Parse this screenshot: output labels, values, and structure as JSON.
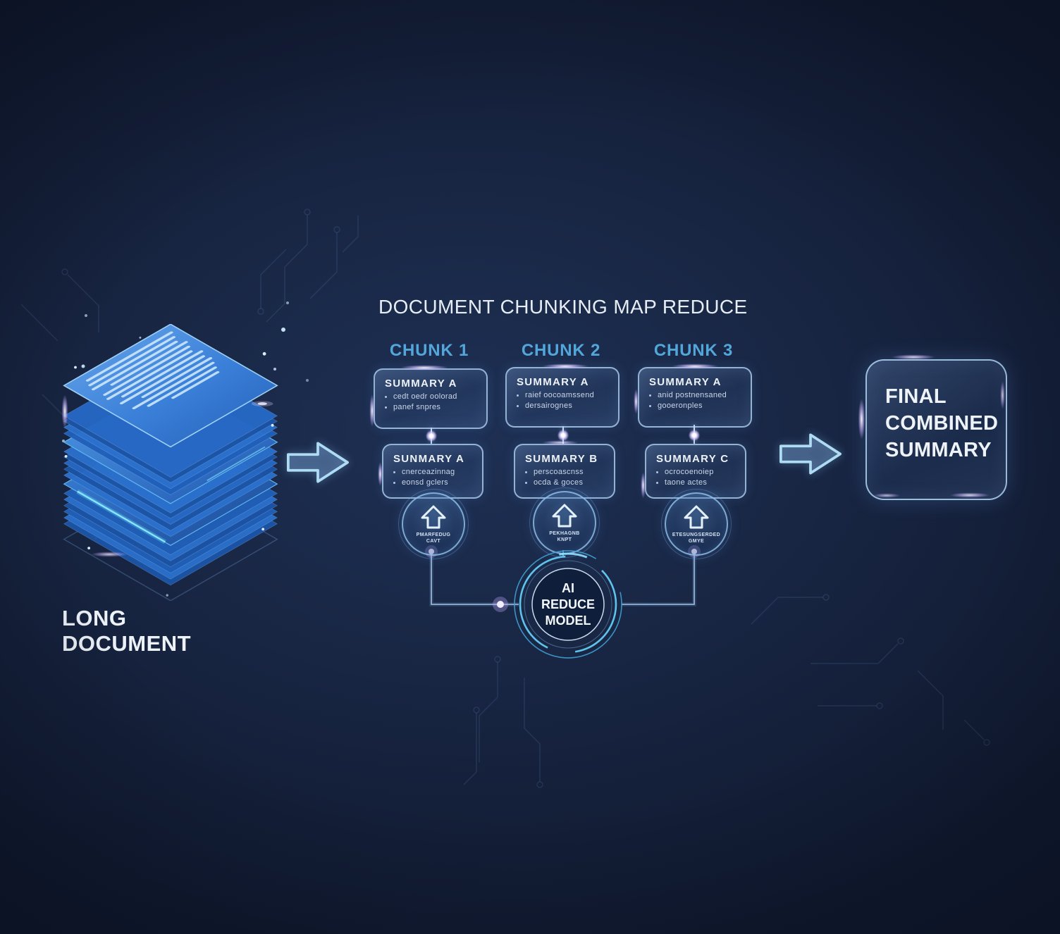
{
  "title": "DOCUMENT CHUNKING MAP REDUCE",
  "source": {
    "label": "LONG\nDOCUMENT"
  },
  "chunks": [
    {
      "label": "CHUNK 1",
      "map_summary": {
        "title": "SUMMARY A",
        "bullets": [
          "cedt oedr oolorad",
          "panef snpres"
        ]
      },
      "reduce_summary": {
        "title": "SUNMARY A",
        "bullets": [
          "cnerceazinnag",
          "eonsd gclers"
        ]
      },
      "process_caption": "PMARFEDUG\nCAVT"
    },
    {
      "label": "CHUNK 2",
      "map_summary": {
        "title": "SUMMARY A",
        "bullets": [
          "raief oocoamssend",
          "dersairognes"
        ]
      },
      "reduce_summary": {
        "title": "SUMMARY B",
        "bullets": [
          "perscoascnss",
          "ocda & goces"
        ]
      },
      "process_caption": "PEKHAGNB\nKNPT"
    },
    {
      "label": "CHUNK 3",
      "map_summary": {
        "title": "SUMMARY A",
        "bullets": [
          "anid postnensaned",
          "gooeronples"
        ]
      },
      "reduce_summary": {
        "title": "SUMMARY C",
        "bullets": [
          "ocrocoenoiep",
          "taone actes"
        ]
      },
      "process_caption": "ETESUNGSERDED\nGMYE"
    }
  ],
  "ai_model": {
    "label": "AI\nREDUCE\nMODEL"
  },
  "final_summary": {
    "label": "FINAL\nCOMBINED\nSUMMARY"
  },
  "icons": {
    "flow_arrow": "right-block-arrow-icon",
    "process_arrow": "up-arrow-icon",
    "source_illustration": "document-stack-icon"
  },
  "colors": {
    "background": "#16233f",
    "panel_border": "#a8c8e8",
    "chunk_label": "#53a6da",
    "title_text": "#e7edf5",
    "arrow_outline": "#aedcf2",
    "ring_accent": "#54b4e2",
    "stack_blue": "#2e74d4",
    "stack_cyan": "#56d0f8",
    "flare_purple": "#c9b6ff"
  }
}
